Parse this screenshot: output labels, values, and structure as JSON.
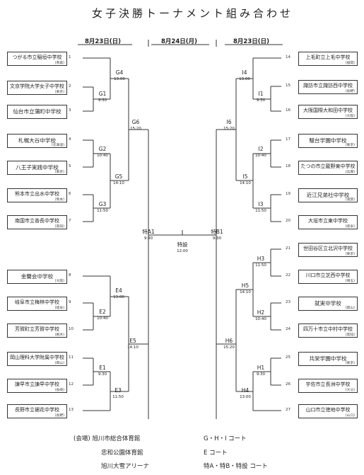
{
  "title": "女子決勝トーナメント組み合わせ",
  "headers": {
    "left": "8月23日(日)",
    "center": "8月24日(月)",
    "right": "8月23日(日)"
  },
  "left_teams": [
    {
      "num": "1",
      "name": "つがる市立稲垣中学校",
      "pref": "(青森)"
    },
    {
      "num": "2",
      "name": "文京学院大学女子中学校",
      "pref": "(東京)"
    },
    {
      "num": "3",
      "name": "仙台市立蒲町中学校",
      "pref": "(宮城)"
    },
    {
      "num": "4",
      "name": "札幌大谷中学校",
      "pref": "(北海道)"
    },
    {
      "num": "5",
      "name": "八王子実践中学校",
      "pref": "(東京)"
    },
    {
      "num": "6",
      "name": "熊本市立出水中学校",
      "pref": "(熊本)"
    },
    {
      "num": "7",
      "name": "南国市立香長中学校",
      "pref": "(高知)"
    },
    {
      "num": "8",
      "name": "金蘭会中学校",
      "pref": "(大阪)"
    },
    {
      "num": "9",
      "name": "岐阜市立梅林中学校",
      "pref": "(岐阜)"
    },
    {
      "num": "10",
      "name": "芳賀町立芳賀中学校",
      "pref": "(栃木)"
    },
    {
      "num": "11",
      "name": "岡山理科大学附属中学校",
      "pref": "(岡山)"
    },
    {
      "num": "12",
      "name": "諫早市立諫早中学校",
      "pref": "(長崎)"
    },
    {
      "num": "13",
      "name": "長野市立裾花中学校",
      "pref": "(長野)"
    }
  ],
  "right_teams": [
    {
      "num": "14",
      "name": "上毛町立上毛中学校",
      "pref": "(福岡)"
    },
    {
      "num": "15",
      "name": "諏訪市立諏訪西中学校",
      "pref": "(長野)"
    },
    {
      "num": "16",
      "name": "大阪国際大和田中学校",
      "pref": "(大阪)"
    },
    {
      "num": "17",
      "name": "駿台学園中学校",
      "pref": "(東京)"
    },
    {
      "num": "18",
      "name": "たつの市立龍野東中学校",
      "pref": "(兵庫)"
    },
    {
      "num": "19",
      "name": "近江兄弟社中学校",
      "pref": "(滋賀)"
    },
    {
      "num": "20",
      "name": "大垣市立東中学校",
      "pref": "(岐阜)"
    },
    {
      "num": "21",
      "name": "世田谷区立北沢中学校",
      "pref": "(東京)"
    },
    {
      "num": "22",
      "name": "川口市立芝西中学校",
      "pref": "(埼玉)"
    },
    {
      "num": "23",
      "name": "就実中学校",
      "pref": "(岡山)"
    },
    {
      "num": "24",
      "name": "四万十市立中村中学校",
      "pref": "(高知)"
    },
    {
      "num": "25",
      "name": "共栄学園中学校",
      "pref": "(東京)"
    },
    {
      "num": "26",
      "name": "宇佐市立長洲中学校",
      "pref": "(大分)"
    },
    {
      "num": "27",
      "name": "山口市立徳地中学校",
      "pref": "(山口)"
    }
  ],
  "matches": {
    "G4": {
      "code": "G4",
      "time": "13:00"
    },
    "G1": {
      "code": "G1",
      "time": "9:30"
    },
    "G6": {
      "code": "G6",
      "time": "15:20"
    },
    "G2": {
      "code": "G2",
      "time": "10:40"
    },
    "G5": {
      "code": "G5",
      "time": "14:10"
    },
    "G3": {
      "code": "G3",
      "time": "11:50"
    },
    "E4": {
      "code": "E4",
      "time": "13:00"
    },
    "E2": {
      "code": "E2",
      "time": "10:40"
    },
    "E5": {
      "code": "E5",
      "time": "14:10"
    },
    "E1": {
      "code": "E1",
      "time": "9:30"
    },
    "E3": {
      "code": "E3",
      "time": "11:50"
    },
    "A1": {
      "code": "特A1",
      "time": "9:30"
    },
    "B1": {
      "code": "特B1",
      "time": "9:30"
    },
    "SP": {
      "code": "特設",
      "time": "12:00"
    },
    "I4": {
      "code": "I4",
      "time": "13:00"
    },
    "I1": {
      "code": "I1",
      "time": "9:30"
    },
    "I6": {
      "code": "I6",
      "time": "15:20"
    },
    "I2": {
      "code": "I2",
      "time": "10:40"
    },
    "I5": {
      "code": "I5",
      "time": "14:10"
    },
    "I3": {
      "code": "I3",
      "time": "11:50"
    },
    "H3": {
      "code": "H3",
      "time": "11:50"
    },
    "H5": {
      "code": "H5",
      "time": "14:10"
    },
    "H2": {
      "code": "H2",
      "time": "10:40"
    },
    "H6": {
      "code": "H6",
      "time": "15:20"
    },
    "H1": {
      "code": "H1",
      "time": "9:30"
    },
    "H4": {
      "code": "H4",
      "time": "13:00"
    }
  },
  "venues": [
    {
      "name": "(会場) 旭川市総合体育館",
      "court": "G・H・I コート"
    },
    {
      "name": "忠和公園体育館",
      "court": "E コート"
    },
    {
      "name": "旭川大雪アリーナ",
      "court": "特A・特B・特設 コート"
    }
  ]
}
